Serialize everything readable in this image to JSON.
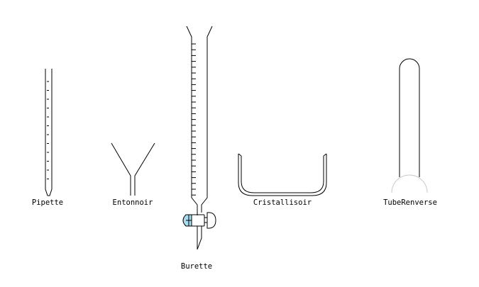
{
  "colors": {
    "stroke": "#000000",
    "faint": "#c8c8c8",
    "stopcock": "#a8dcee"
  },
  "labels": {
    "pipette": "Pipette",
    "entonnoir": "Entonnoir",
    "burette": "Burette",
    "cristallisoir": "Cristallisoir",
    "tube_renverse": "TubeRenverse"
  }
}
